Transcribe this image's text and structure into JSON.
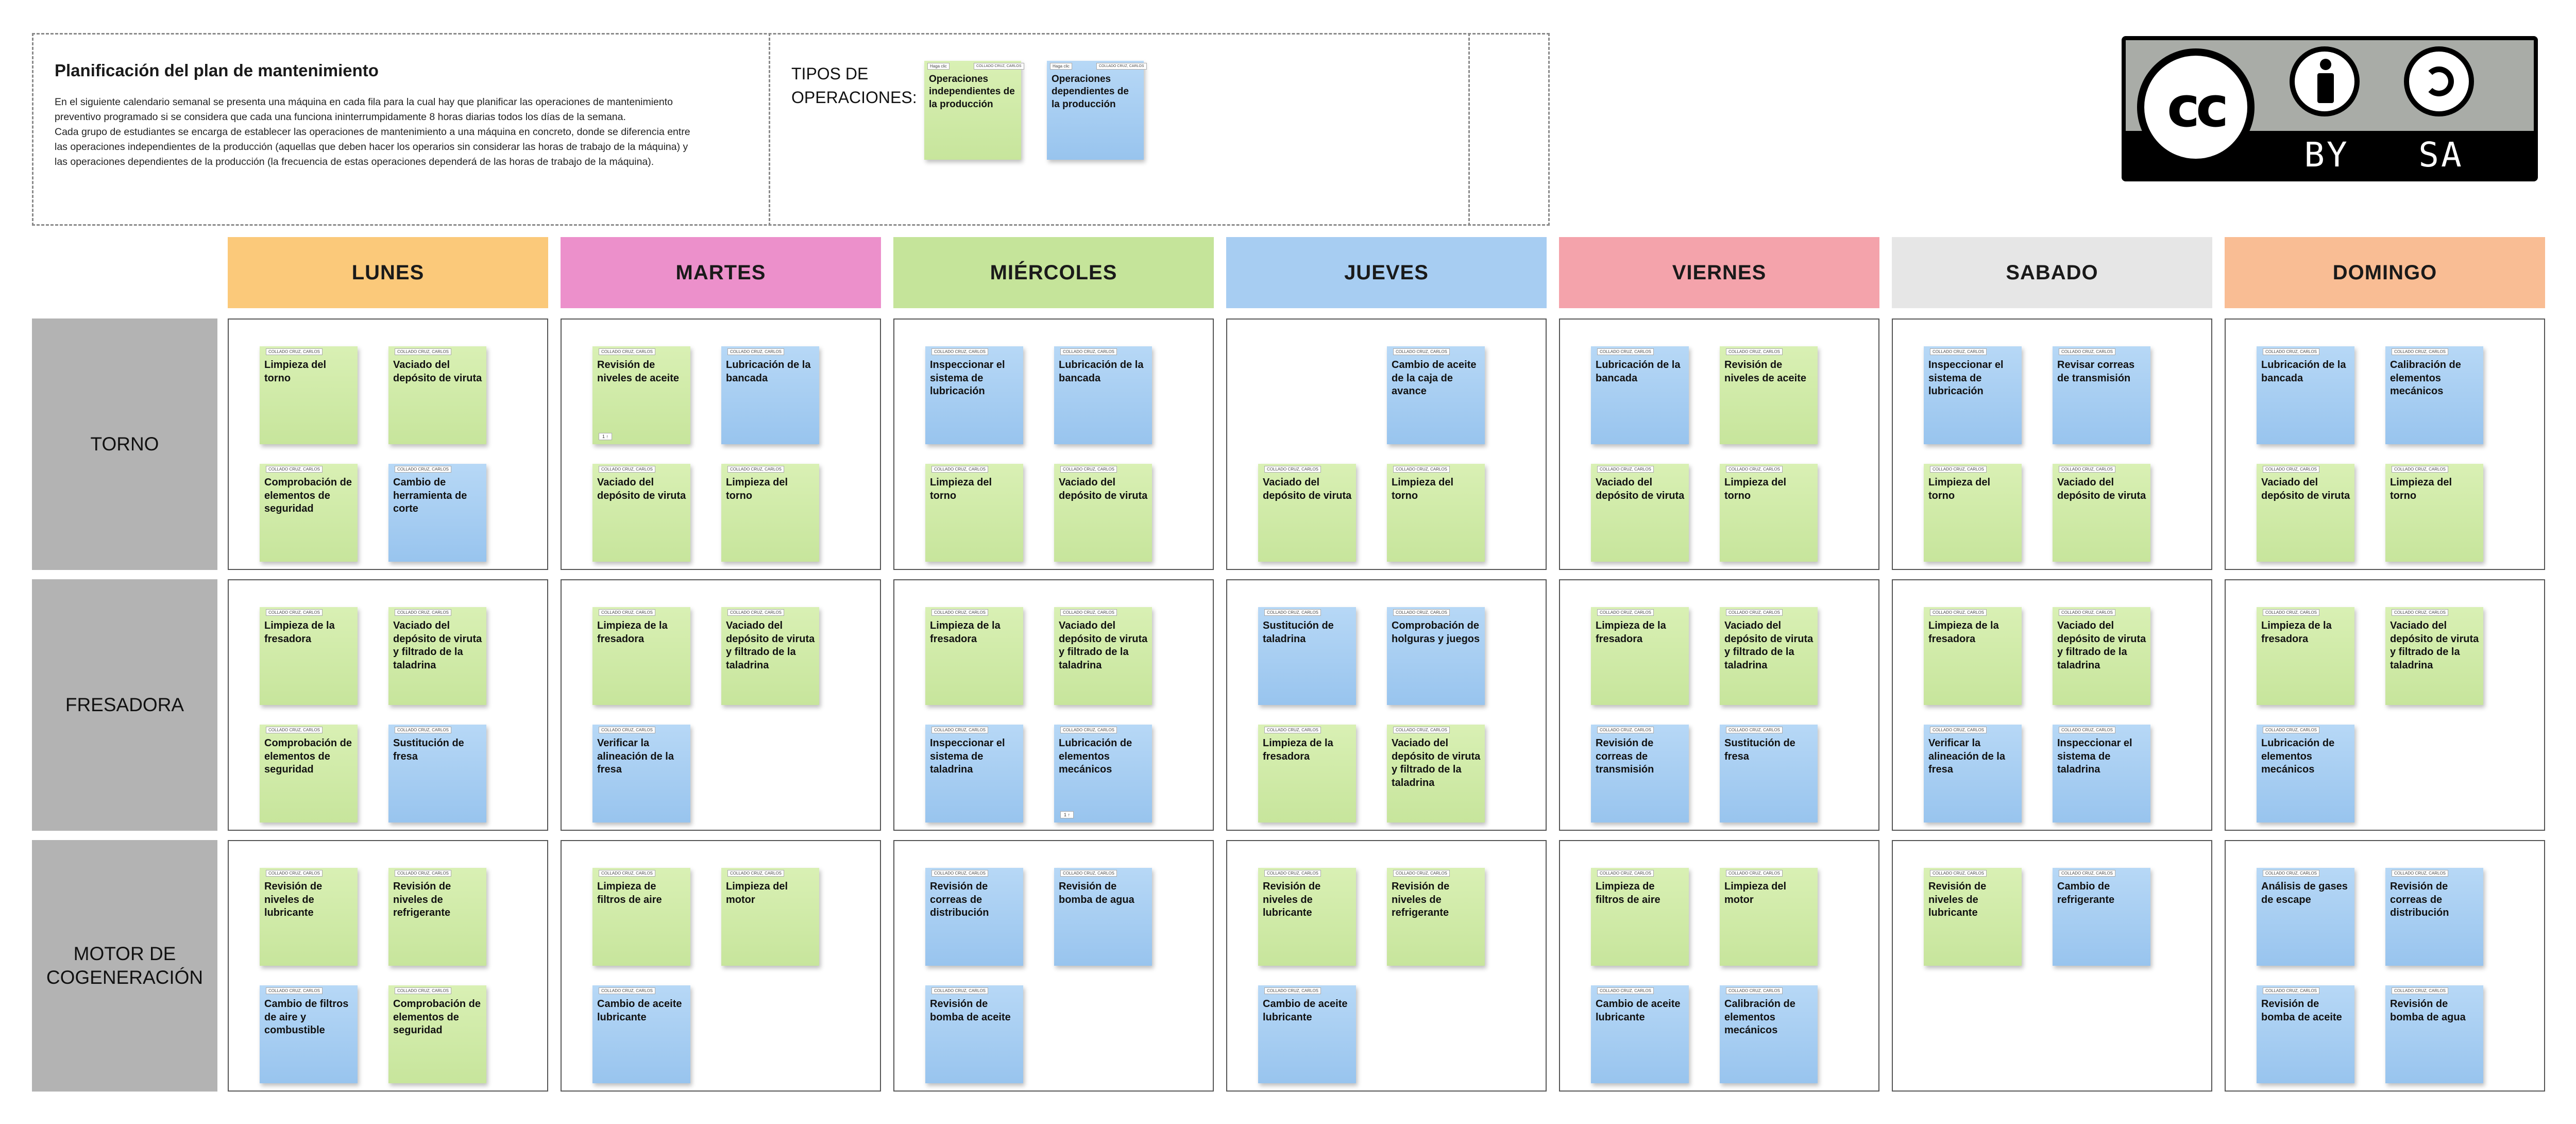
{
  "intro": {
    "title": "Planificación del plan de mantenimiento",
    "lines": [
      "En el siguiente calendario semanal se presenta una máquina en cada fila para la cual hay que planificar las operaciones de mantenimiento",
      "preventivo programado si se considera que cada una funciona ininterrumpidamente 8 horas diarias todos los días de la semana.",
      "Cada grupo de estudiantes se encarga de establecer las operaciones de mantenimiento a una máquina en concreto, donde se diferencia entre",
      "las operaciones independientes de la producción (aquellas que deben hacer los operarios sin considerar las horas de trabajo de la máquina) y",
      "las operaciones dependientes de la producción (la frecuencia de estas operaciones dependerá de las horas de trabajo de la máquina)."
    ]
  },
  "types": {
    "label_line1": "TIPOS DE",
    "label_line2": "OPERACIONES:",
    "independent": "Operaciones independientes de la producción",
    "dependent": "Operaciones dependientes de la producción",
    "legend_author_tag": "COLLADO CRUZ, CARLOS",
    "legend_small_tag": "Haga clic"
  },
  "license": {
    "badge": "CC BY SA",
    "cc": "cc",
    "by": "BY",
    "sa": "SA"
  },
  "colors": {
    "independent": "#c7e59c",
    "dependent": "#98c4ee",
    "lunes": "#fbc97a",
    "martes": "#ec90cb",
    "miercoles": "#c5e49a",
    "jueves": "#a7cdf2",
    "viernes": "#f4a3ab",
    "sabado": "#e6e6e6",
    "domingo": "#f9bd94"
  },
  "author_tag": "COLLADO CRUZ, CARLOS",
  "reaction_tag": "1 ↑",
  "days": [
    "LUNES",
    "MARTES",
    "MIÉRCOLES",
    "JUEVES",
    "VIERNES",
    "SABADO",
    "DOMINGO"
  ],
  "machines": [
    {
      "name": "TORNO",
      "days": [
        [
          {
            "t": "Limpieza del torno",
            "k": "independent"
          },
          {
            "t": "Vaciado del depósito de viruta",
            "k": "independent"
          },
          {
            "t": "Comprobación de elementos de seguridad",
            "k": "independent"
          },
          {
            "t": "Cambio de herramienta de corte",
            "k": "dependent"
          }
        ],
        [
          {
            "t": "Revisión de niveles de aceite",
            "k": "independent",
            "r": true
          },
          {
            "t": "Lubricación de la bancada",
            "k": "dependent"
          },
          {
            "t": "Vaciado del depósito de viruta",
            "k": "independent"
          },
          {
            "t": "Limpieza del torno",
            "k": "independent"
          }
        ],
        [
          {
            "t": "Inspeccionar el sistema de lubricación",
            "k": "dependent"
          },
          {
            "t": "Lubricación de la bancada",
            "k": "dependent"
          },
          {
            "t": "Limpieza del torno",
            "k": "independent"
          },
          {
            "t": "Vaciado del depósito de viruta",
            "k": "independent"
          }
        ],
        [
          null,
          {
            "t": "Cambio de aceite de la caja de avance",
            "k": "dependent"
          },
          {
            "t": "Vaciado del depósito de viruta",
            "k": "independent"
          },
          {
            "t": "Limpieza del torno",
            "k": "independent"
          }
        ],
        [
          {
            "t": "Lubricación de la bancada",
            "k": "dependent"
          },
          {
            "t": "Revisión de niveles de aceite",
            "k": "independent"
          },
          {
            "t": "Vaciado del depósito de viruta",
            "k": "independent"
          },
          {
            "t": "Limpieza del torno",
            "k": "independent"
          }
        ],
        [
          {
            "t": "Inspeccionar el sistema de lubricación",
            "k": "dependent"
          },
          {
            "t": "Revisar correas de transmisión",
            "k": "dependent"
          },
          {
            "t": "Limpieza del torno",
            "k": "independent"
          },
          {
            "t": "Vaciado del depósito de viruta",
            "k": "independent"
          }
        ],
        [
          {
            "t": "Lubricación de la bancada",
            "k": "dependent"
          },
          {
            "t": "Calibración de elementos mecánicos",
            "k": "dependent"
          },
          {
            "t": "Vaciado del depósito de viruta",
            "k": "independent"
          },
          {
            "t": "Limpieza del torno",
            "k": "independent"
          }
        ]
      ]
    },
    {
      "name": "FRESADORA",
      "days": [
        [
          {
            "t": "Limpieza de la fresadora",
            "k": "independent"
          },
          {
            "t": "Vaciado del depósito de viruta y filtrado de la taladrina",
            "k": "independent"
          },
          {
            "t": "Comprobación de elementos de seguridad",
            "k": "independent"
          },
          {
            "t": "Sustitución de fresa",
            "k": "dependent"
          }
        ],
        [
          {
            "t": "Limpieza de la fresadora",
            "k": "independent"
          },
          {
            "t": "Vaciado del depósito de viruta y filtrado de la taladrina",
            "k": "independent"
          },
          {
            "t": "Verificar la alineación de la fresa",
            "k": "dependent"
          },
          null
        ],
        [
          {
            "t": "Limpieza de la fresadora",
            "k": "independent"
          },
          {
            "t": "Vaciado del depósito de viruta y filtrado de la taladrina",
            "k": "independent"
          },
          {
            "t": "Inspeccionar el sistema de taladrina",
            "k": "dependent"
          },
          {
            "t": "Lubricación de elementos mecánicos",
            "k": "dependent",
            "r": true
          }
        ],
        [
          {
            "t": "Sustitución de taladrina",
            "k": "dependent"
          },
          {
            "t": "Comprobación de holguras y juegos",
            "k": "dependent"
          },
          {
            "t": "Limpieza de la fresadora",
            "k": "independent"
          },
          {
            "t": "Vaciado del depósito de viruta y filtrado de la taladrina",
            "k": "independent"
          }
        ],
        [
          {
            "t": "Limpieza de la fresadora",
            "k": "independent"
          },
          {
            "t": "Vaciado del depósito de viruta y filtrado de la taladrina",
            "k": "independent"
          },
          {
            "t": "Revisión de correas de transmisión",
            "k": "dependent"
          },
          {
            "t": "Sustitución de fresa",
            "k": "dependent"
          }
        ],
        [
          {
            "t": "Limpieza de la fresadora",
            "k": "independent"
          },
          {
            "t": "Vaciado del depósito de viruta y filtrado de la taladrina",
            "k": "independent"
          },
          {
            "t": "Verificar la alineación de la fresa",
            "k": "dependent"
          },
          {
            "t": "Inspeccionar el sistema de taladrina",
            "k": "dependent"
          }
        ],
        [
          {
            "t": "Limpieza de la fresadora",
            "k": "independent"
          },
          {
            "t": "Vaciado del depósito de viruta y filtrado de la taladrina",
            "k": "independent"
          },
          {
            "t": "Lubricación de elementos mecánicos",
            "k": "dependent"
          },
          null
        ]
      ]
    },
    {
      "name": "MOTOR DE COGENERACIÓN",
      "days": [
        [
          {
            "t": "Revisión de niveles de lubricante",
            "k": "independent"
          },
          {
            "t": "Revisión de niveles de refrigerante",
            "k": "independent"
          },
          {
            "t": "Cambio de filtros de aire y combustible",
            "k": "dependent"
          },
          {
            "t": "Comprobación de elementos de seguridad",
            "k": "independent"
          }
        ],
        [
          {
            "t": "Limpieza de filtros de aire",
            "k": "independent"
          },
          {
            "t": "Limpieza del motor",
            "k": "independent"
          },
          {
            "t": "Cambio de aceite lubricante",
            "k": "dependent"
          },
          null
        ],
        [
          {
            "t": "Revisión de correas de distribución",
            "k": "dependent"
          },
          {
            "t": "Revisión de bomba de agua",
            "k": "dependent"
          },
          {
            "t": "Revisión de bomba de aceite",
            "k": "dependent"
          },
          null
        ],
        [
          {
            "t": "Revisión de niveles de lubricante",
            "k": "independent"
          },
          {
            "t": "Revisión de niveles de refrigerante",
            "k": "independent"
          },
          {
            "t": "Cambio de aceite lubricante",
            "k": "dependent"
          },
          null
        ],
        [
          {
            "t": "Limpieza de filtros de aire",
            "k": "independent"
          },
          {
            "t": "Limpieza del motor",
            "k": "independent"
          },
          {
            "t": "Cambio de aceite lubricante",
            "k": "dependent"
          },
          {
            "t": "Calibración de elementos mecánicos",
            "k": "dependent"
          }
        ],
        [
          {
            "t": "Revisión de niveles de lubricante",
            "k": "independent"
          },
          {
            "t": "Cambio de refrigerante",
            "k": "dependent"
          },
          null,
          null
        ],
        [
          {
            "t": "Análisis de gases de escape",
            "k": "dependent"
          },
          {
            "t": "Revisión de correas de distribución",
            "k": "dependent"
          },
          {
            "t": "Revisión de bomba de aceite",
            "k": "dependent"
          },
          {
            "t": "Revisión de bomba de agua",
            "k": "dependent"
          }
        ]
      ]
    }
  ]
}
